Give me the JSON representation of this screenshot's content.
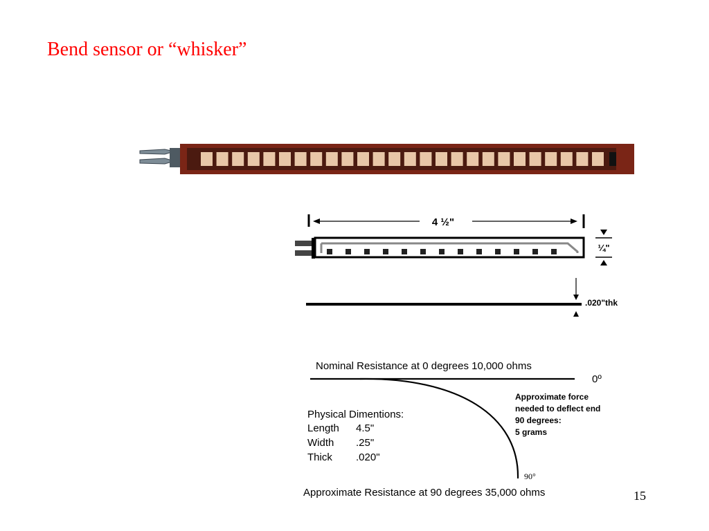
{
  "slide": {
    "title": "Bend sensor or “whisker”",
    "page_number": "15"
  },
  "dimension_drawing": {
    "length_label": "4 ½\"",
    "width_label": "¼\"",
    "thickness_label": ".020\"thk"
  },
  "bend_diagram": {
    "nominal_resistance": "Nominal Resistance at  0 degrees 10,000 ohms",
    "zero_label": "0º",
    "ninety_label": "90°",
    "approx_resistance": "Approximate Resistance at 90 degrees 35,000 ohms",
    "force_note": [
      "Approximate force",
      "needed to deflect end",
      "90 degrees:",
      "5 grams"
    ],
    "physical_heading": "Physical Dimentions:",
    "physical_rows": [
      {
        "label": "Length",
        "value": "4.5\""
      },
      {
        "label": "Width",
        "value": ".25\""
      },
      {
        "label": "Thick",
        "value": ".020\""
      }
    ]
  },
  "colors": {
    "title": "#ff0000",
    "sensor_body": "#7a2516",
    "sensor_pad": "#e8c7a8",
    "connector": "#6f7f8a"
  }
}
